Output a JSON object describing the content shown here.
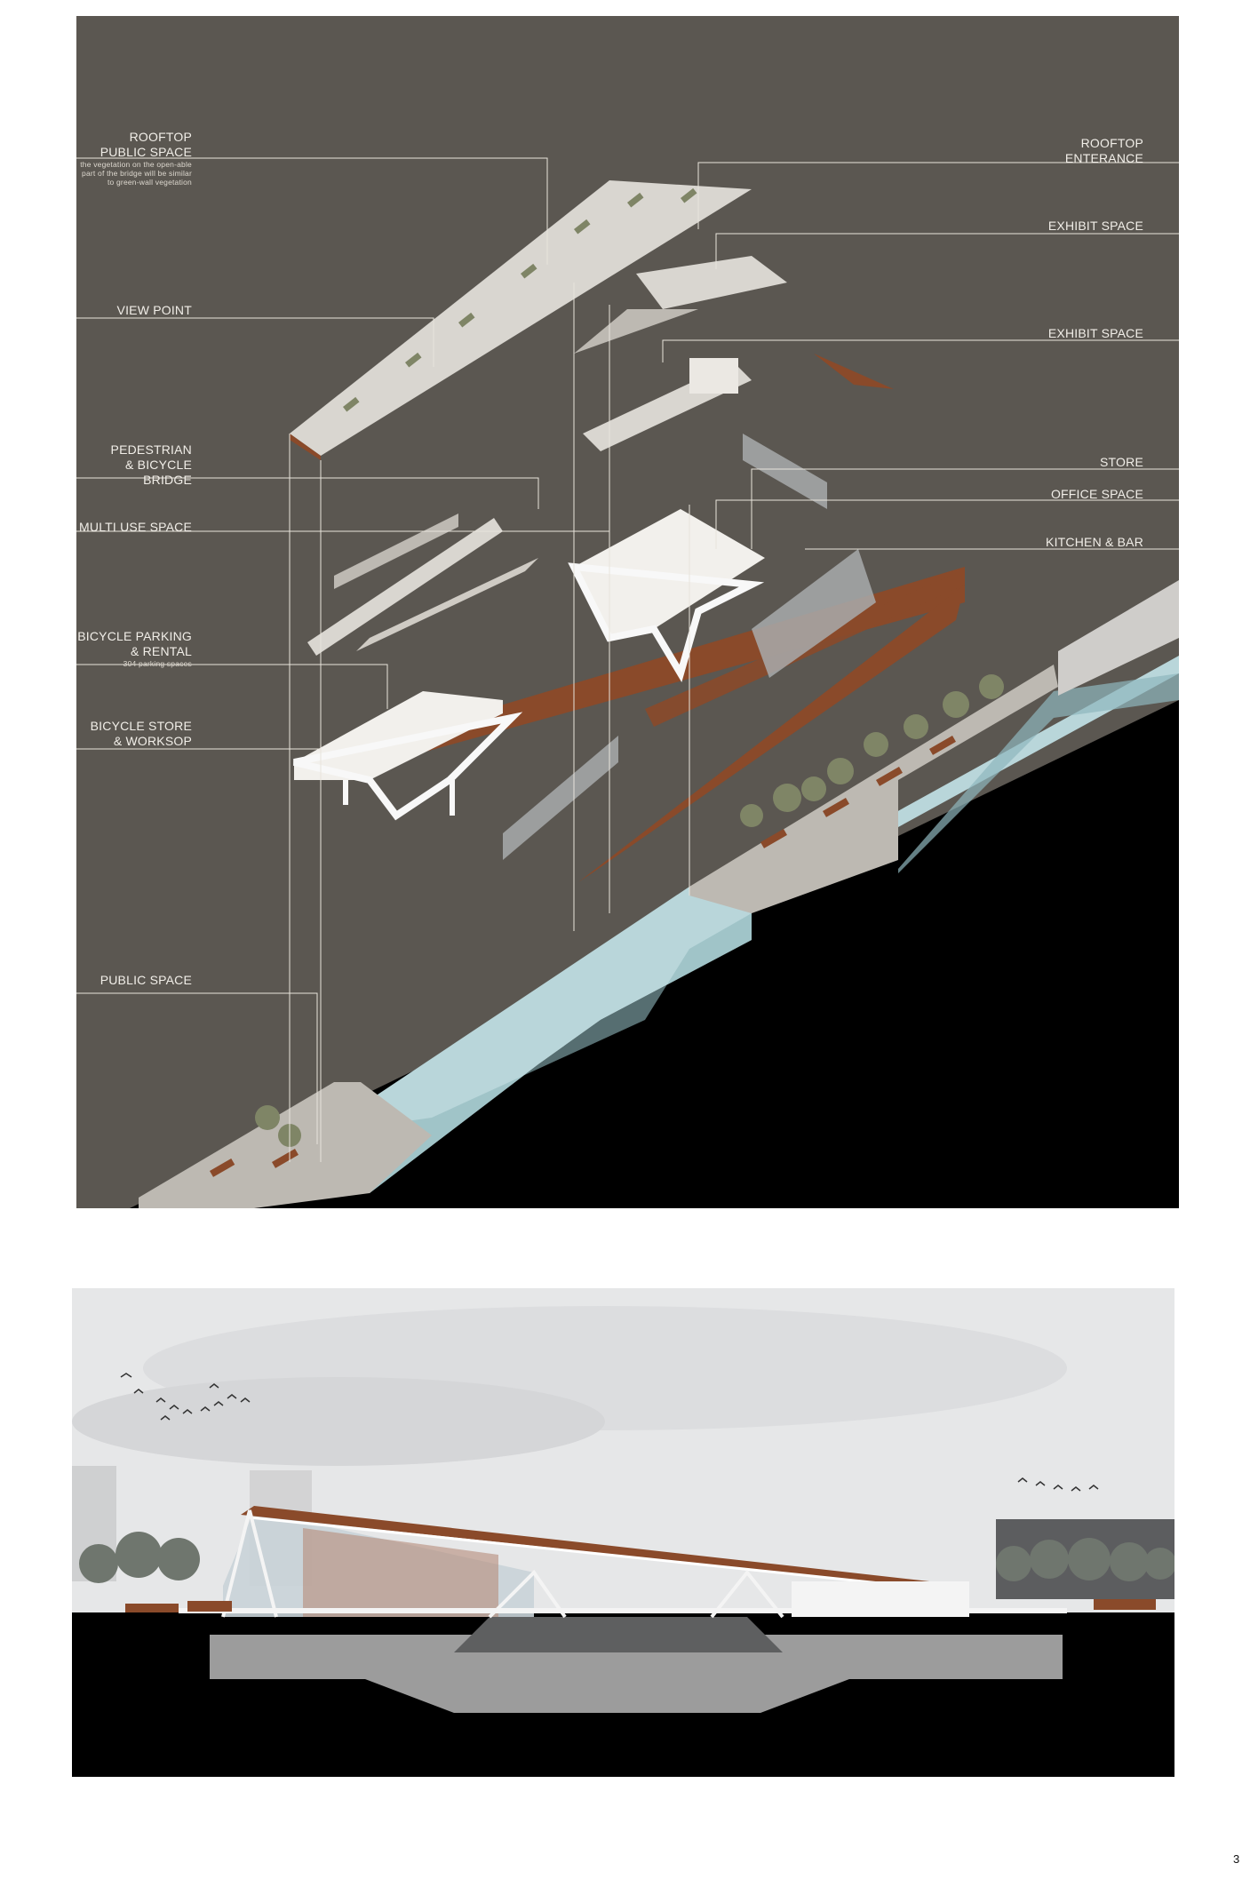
{
  "axonometric": {
    "labels_left": [
      {
        "id": "rooftop-public-space",
        "title": "ROOFTOP\nPUBLIC SPACE",
        "note": "the vegetation on the open-able part of the bridge will be similar to green-wall vegetation"
      },
      {
        "id": "view-point",
        "title": "VIEW POINT",
        "note": ""
      },
      {
        "id": "pedestrian-bicycle-bridge",
        "title": "PEDESTRIAN\n& BICYCLE BRIDGE",
        "note": ""
      },
      {
        "id": "multi-use-space",
        "title": "MULTI USE SPACE",
        "note": ""
      },
      {
        "id": "bicycle-parking-rental",
        "title": "BICYCLE PARKING\n& RENTAL",
        "note": "304 parking spaces"
      },
      {
        "id": "bicycle-store-workshop",
        "title": "BICYCLE STORE\n& WORKSOP",
        "note": ""
      },
      {
        "id": "public-space",
        "title": "PUBLIC SPACE",
        "note": ""
      }
    ],
    "labels_right": [
      {
        "id": "rooftop-entrance",
        "title": "ROOFTOP\nENTERANCE"
      },
      {
        "id": "exhibit-space-1",
        "title": "EXHIBIT SPACE"
      },
      {
        "id": "exhibit-space-2",
        "title": "EXHIBIT SPACE"
      },
      {
        "id": "store",
        "title": "STORE"
      },
      {
        "id": "office-space",
        "title": "OFFICE SPACE"
      },
      {
        "id": "kitchen-bar",
        "title": "KITCHEN & BAR"
      }
    ],
    "colors": {
      "background": "#5b5751",
      "slab": "#d9d6d0",
      "corten": "#8a4a2a",
      "water": "#b9d6da",
      "ground_cut": "#000000",
      "vegetation": "#7f8566",
      "glass": "#a8aaab",
      "leader": "#e8e4dc"
    }
  },
  "section": {
    "colors": {
      "sky": "#e6e7e8",
      "ground": "#000000",
      "structure": "#f4f4f4",
      "basement": "#9c9c9c",
      "corten": "#8a4a2a",
      "tree": "#6f766e"
    }
  },
  "page_number": "3"
}
